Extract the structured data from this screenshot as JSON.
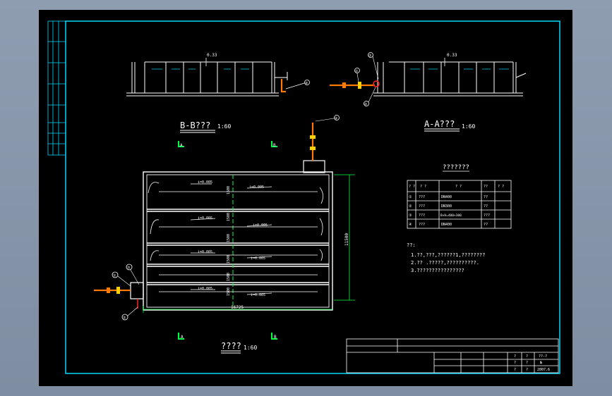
{
  "views": {
    "bb": {
      "title": "B-B???",
      "scale": "1:60",
      "level": "0.33",
      "callout": "④"
    },
    "aa": {
      "title": "A-A???",
      "scale": "1:60",
      "level": "0.33",
      "callouts": [
        "①",
        "②",
        "③"
      ]
    },
    "plan": {
      "title": "????",
      "scale": "1:60",
      "callout_top": "④",
      "callouts_left": [
        "①",
        "②",
        "③"
      ]
    }
  },
  "section_markers": {
    "a_top": "A",
    "b_top": "B",
    "a_bottom": "A",
    "b_bottom": "B"
  },
  "plan_labels": {
    "slope_left": "i=0.005",
    "slope_right": "i=0.005",
    "slope_left_3": "i=0.005",
    "slope_right_3": "i=0.005",
    "slope_left_4": "i=0.005",
    "slope_right_4": "i=0.005",
    "slope_left_5": "i=0.005",
    "slope_right_5": "i=0.005",
    "slope_left_2": "i=0.005",
    "slope_right_2": "i=0.005",
    "dim_row": "1500",
    "dim_height": "11500",
    "dim_width": "16725"
  },
  "table": {
    "title": "???????",
    "header": [
      "?\n?",
      "? ?",
      "? ?",
      "??",
      "? ?"
    ],
    "rows": [
      [
        "①",
        "???",
        "DN400",
        "??",
        ""
      ],
      [
        "②",
        "???",
        "DN300",
        "??",
        ""
      ],
      [
        "③",
        "???",
        "B×H=400×300",
        "???",
        ""
      ],
      [
        "④",
        "???",
        "DN400",
        "??",
        ""
      ]
    ]
  },
  "notes": {
    "heading": "??:",
    "lines": [
      "1.??,???,??????1,????????",
      "2.?? .?????,??????????.",
      "3.????????????????"
    ]
  },
  "title_block": {
    "cells": [
      "?",
      "?",
      "??-?",
      "?",
      "?",
      "№",
      "?",
      "?",
      "2007.6"
    ]
  },
  "colors": {
    "line_white": "#ffffff",
    "line_cyan": "#00d8ff",
    "line_green": "#00ff40",
    "pipe_orange": "#ff7a00",
    "pipe_red": "#ff2020",
    "marker_green": "#00ff40"
  }
}
